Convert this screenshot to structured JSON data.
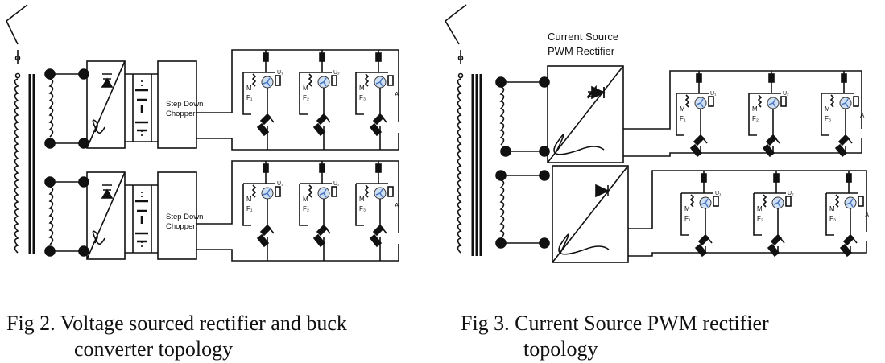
{
  "figures": [
    {
      "id": "fig2",
      "chopper_label_line1": "Step Down",
      "chopper_label_line2": "Chopper",
      "caption_line1": "Fig 2. Voltage sourced rectifier and buck",
      "caption_line2": "converter topology"
    },
    {
      "id": "fig3",
      "title_line1": "Current Source",
      "title_line2": "PWM Rectifier",
      "caption_line1": "Fig 3. Current Source PWM rectifier",
      "caption_line2": "topology"
    }
  ],
  "unit_labels": {
    "m": "M",
    "f": [
      "F₁",
      "F₂",
      "F₃"
    ],
    "u": [
      "U₁",
      "U₂"
    ],
    "a": "A"
  }
}
